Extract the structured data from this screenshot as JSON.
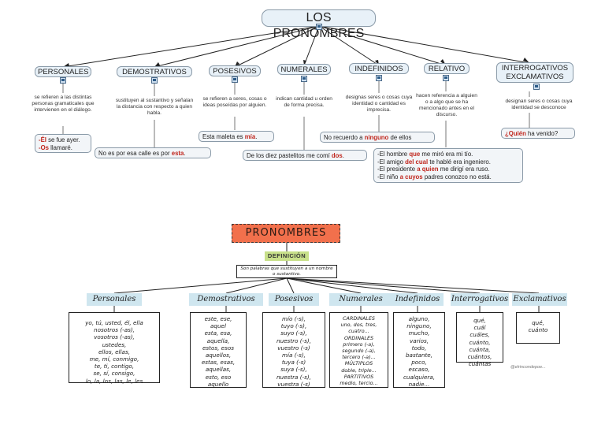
{
  "top": {
    "title": "LOS PRONOMBRES",
    "personales": {
      "label": "PERSONALES",
      "desc": "se refieren a las distintas personas gramaticales que intervienen en el diálogo.",
      "ex1_pre": "-",
      "ex1_b": "Él",
      "ex1_post": " se fue ayer.",
      "ex2_pre": "-",
      "ex2_b": "Os",
      "ex2_post": " llamaré."
    },
    "demostrativos": {
      "label": "DEMOSTRATIVOS",
      "desc": "sustituyen al sustantivo y señalan la distancia con respecto a quien habla.",
      "ex_pre": "No es por esa calle es por ",
      "ex_b": "esta",
      "ex_post": "."
    },
    "posesivos": {
      "label": "POSESIVOS",
      "desc": "se refieren a seres, cosas o ideas poseídas por alguien.",
      "ex_pre": "Esta maleta es ",
      "ex_b": "mía",
      "ex_post": "."
    },
    "numerales": {
      "label": "NUMERALES",
      "desc": "indican cantidad u orden de forma precisa.",
      "ex_pre": "De los diez pastelitos me comí ",
      "ex_b": "dos",
      "ex_post": "."
    },
    "indefinidos": {
      "label": "INDEFINIDOS",
      "desc": "designas seres o cosas cuya identidad o cantidad es imprecisa.",
      "ex_pre": "No recuerdo a ",
      "ex_b": "ninguno",
      "ex_post": " de ellos"
    },
    "relativo": {
      "label": "RELATIVO",
      "desc": "hacen referencia a alguien o a algo que se ha mencionado antes en el discurso.",
      "ex": [
        {
          "pre": "-El hombre ",
          "b": "que",
          "post": " me miró era mi tío."
        },
        {
          "pre": "-El amigo ",
          "b": "del cual",
          "post": " te hablé era ingeniero."
        },
        {
          "pre": "-El presidente ",
          "b": "a quien",
          "post": " me dirigí era ruso."
        },
        {
          "pre": "-El niño ",
          "b": "a cuyos",
          "post": " padres conozco no está."
        }
      ]
    },
    "interrogativos": {
      "label1": "INTERROGATIVOS",
      "label2": "EXCLAMATIVOS",
      "desc": "designan seres o cosas cuya identidad se desconoce",
      "ex_pre": "¿",
      "ex_b": "Quién",
      "ex_post": " ha venido?"
    }
  },
  "bottom": {
    "title": "PRONOMBRES",
    "definicion": "DEFINICIÓN",
    "def_text": "Son palabras que sustituyen a un nombre o sustantivo.",
    "cats": [
      "Personales",
      "Demostrativos",
      "Posesivos",
      "Numerales",
      "Indefinidos",
      "Interrogativos",
      "Exclamativos"
    ],
    "personales": [
      "yo, tú, usted, él, ella",
      "nosotros (-as),",
      "vosotros (-as),",
      "ustedes,",
      "ellos, ellas,",
      "me, mí, conmigo,",
      "te, ti, contigo,",
      "se, sí, consigo,",
      "lo, la, los, las, le, les"
    ],
    "demostrativos": [
      "este, ese,",
      "aquel",
      "esta, esa,",
      "aquella,",
      "estos, esos",
      "aquellos,",
      "estas, esas,",
      "aquellas,",
      "esto, eso",
      "aquello"
    ],
    "posesivos": [
      "mío (-s),",
      "tuyo (-s),",
      "suyo (-s),",
      "nuestro (-s),",
      "vuestro (-s)",
      "mía (-s),",
      "tuya (-s)",
      "suya (-s),",
      "nuestra (-s),",
      "vuestra (-s)"
    ],
    "numerales": [
      "CARDINALES",
      "uno, dos, tres,",
      "cuatro...",
      "ORDINALES",
      "primero (-a),",
      "segundo (-a),",
      "tercero (-a)...",
      "MÚLTIPLOS",
      "doble, triple...",
      "PARTITIVOS",
      "medio, tercio..."
    ],
    "indefinidos": [
      "alguno,",
      "ninguno,",
      "mucho,",
      "varios,",
      "todo,",
      "bastante,",
      "poco,",
      "escaso,",
      "cualquiera,",
      "nadie..."
    ],
    "interrogativos": [
      "qué,",
      "cuál",
      "cuáles,",
      "cuánto,",
      "cuánta,",
      "cuántos,",
      "cuántas"
    ],
    "exclamativos": [
      "qué,",
      "cuánto"
    ],
    "credit": "@elrincondepoe..."
  }
}
